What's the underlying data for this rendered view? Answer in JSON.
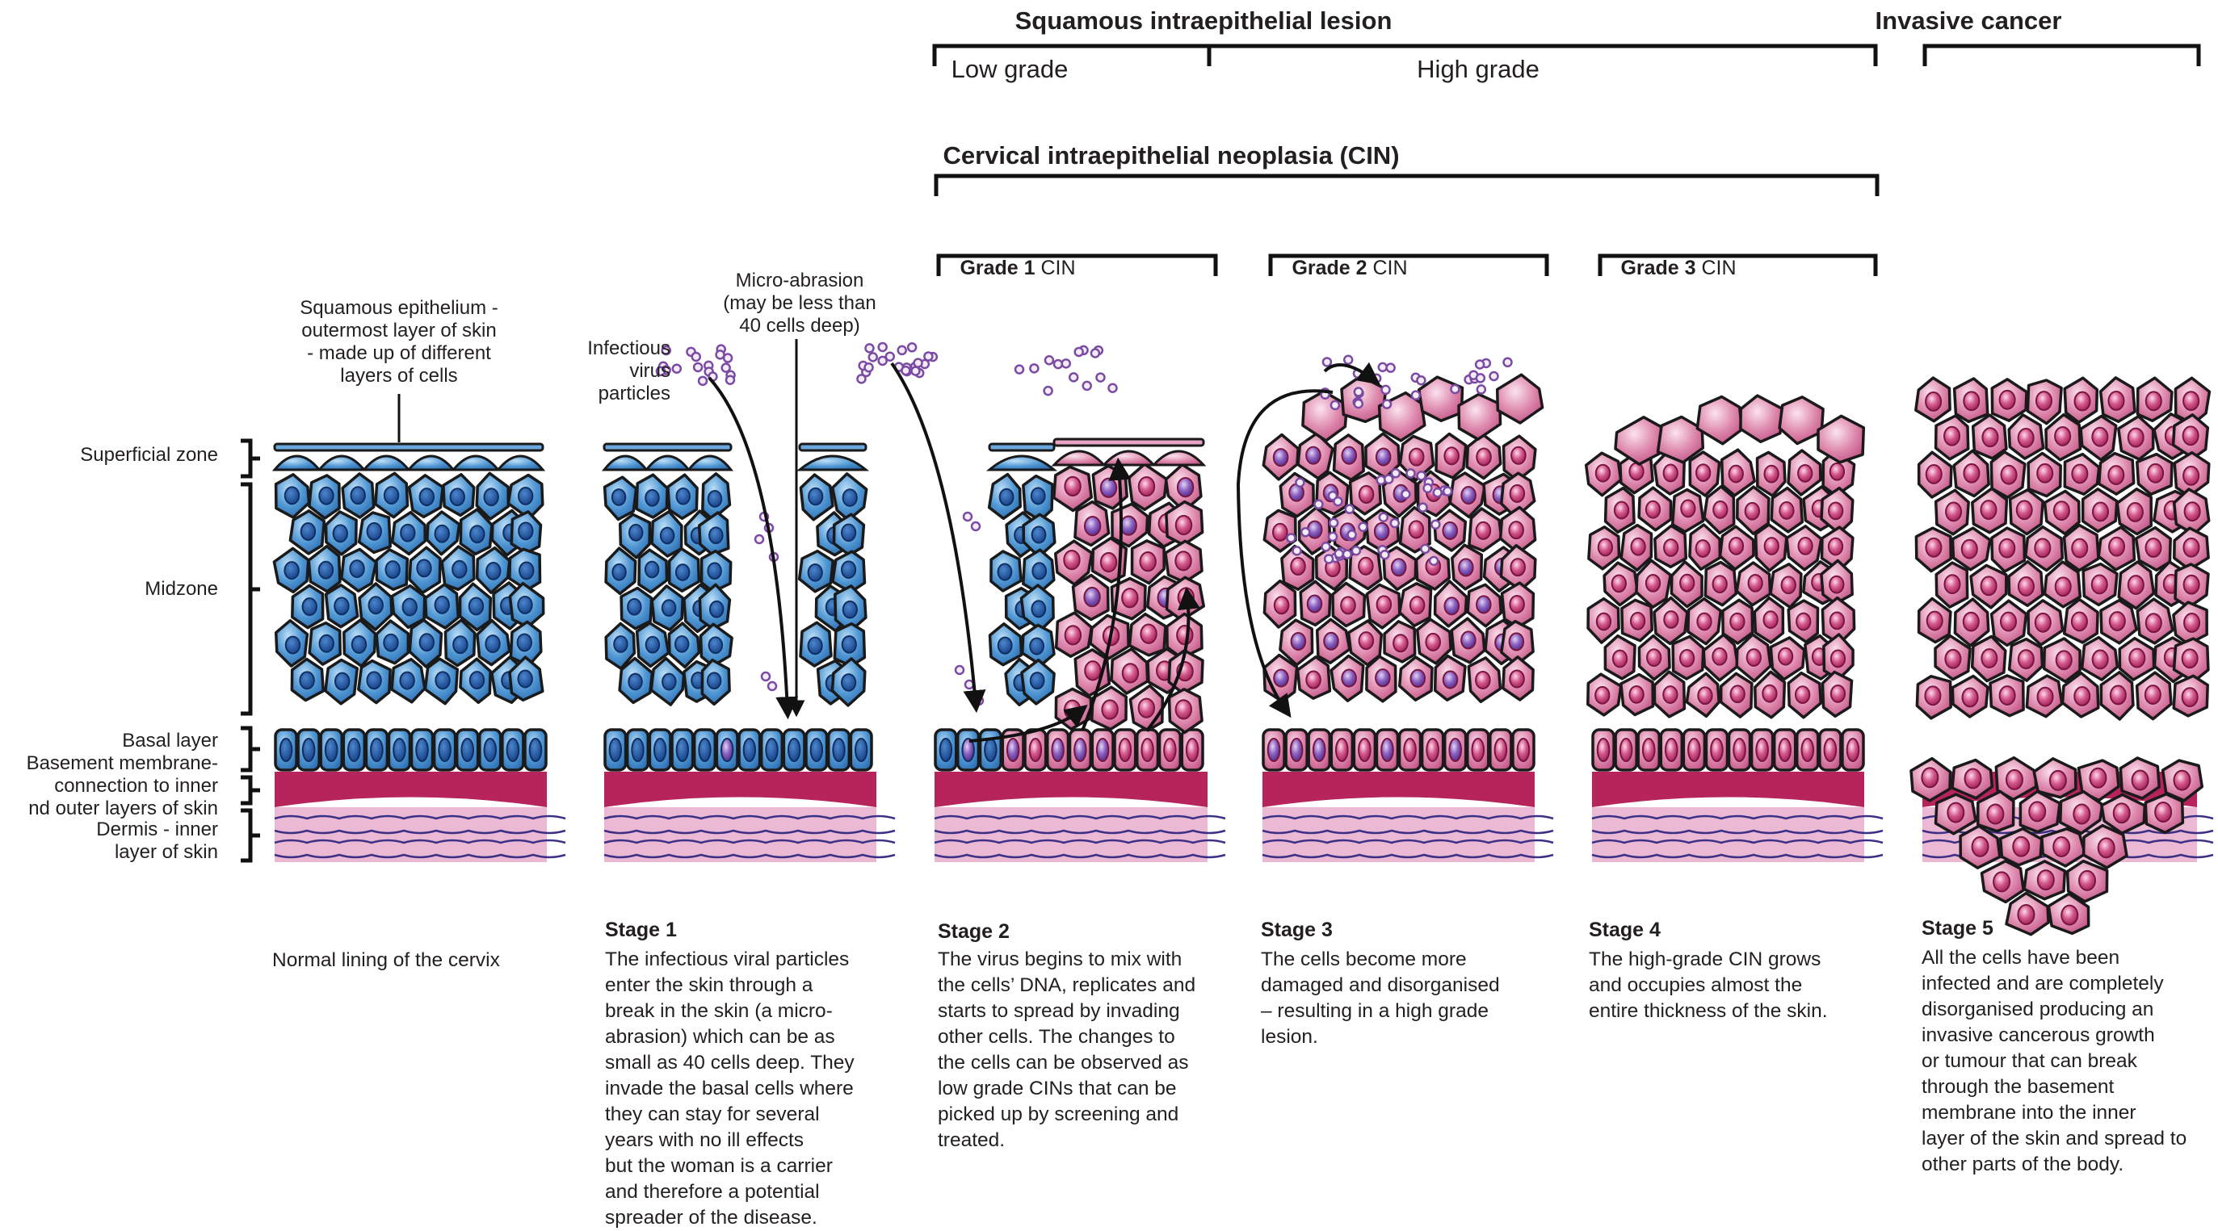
{
  "headers": {
    "squamous": "Squamous intraepithelial lesion",
    "low_grade": "Low grade",
    "high_grade": "High grade",
    "invasive": "Invasive cancer",
    "cin": "Cervical intraepithelial neoplasia (CIN)",
    "grades": [
      {
        "bold": "Grade 1",
        "rest": " CIN"
      },
      {
        "bold": "Grade 2",
        "rest": " CIN"
      },
      {
        "bold": "Grade 3",
        "rest": " CIN"
      }
    ]
  },
  "layer_labels": {
    "superficial": "Superficial zone",
    "midzone": "Midzone",
    "basal": "Basal layer",
    "basement": [
      "Basement membrane-",
      "connection to inner",
      "nd outer layers of skin"
    ],
    "dermis": [
      "Dermis - inner",
      "layer of skin"
    ]
  },
  "annotations": {
    "squamous_epithelium": [
      "Squamous epithelium -",
      "outermost layer of skin",
      "- made up of different",
      "layers of cells"
    ],
    "infectious": [
      "Infectious",
      "virus",
      "particles"
    ],
    "micro_abrasion": [
      "Micro-abrasion",
      "(may be less than",
      "40 cells deep)"
    ]
  },
  "stages": [
    {
      "title": "",
      "text": [
        "Normal lining of the cervix"
      ]
    },
    {
      "title": "Stage 1",
      "text": [
        "The infectious viral particles",
        "enter the skin through a",
        "break in the skin (a micro-",
        "abrasion) which can be as",
        "small as 40 cells deep. They",
        "invade the basal cells where",
        "they can stay for several",
        "years with no ill effects",
        "but the woman is a carrier",
        "and therefore a potential",
        "spreader of the disease."
      ]
    },
    {
      "title": "Stage 2",
      "text": [
        "The virus begins to mix with",
        "the cells’ DNA, replicates and",
        "starts to spread by invading",
        "other cells. The changes to",
        "the cells can be observed as",
        "low grade CINs that can be",
        "picked up by screening and",
        "treated."
      ]
    },
    {
      "title": "Stage 3",
      "text": [
        "The cells become more",
        "damaged and disorganised",
        "– resulting in a high grade",
        "lesion."
      ]
    },
    {
      "title": "Stage 4",
      "text": [
        "The high-grade CIN grows",
        "and occupies almost the",
        "entire thickness of the skin."
      ]
    },
    {
      "title": "Stage 5",
      "text": [
        "All the cells have been",
        "infected and are completely",
        "disorganised producing an",
        "invasive cancerous growth",
        "or tumour that can break",
        "through the basement",
        "membrane into the inner",
        "layer of the skin and spread to",
        "other parts of the body."
      ]
    }
  ],
  "colors": {
    "blue_cell": "#3f86c8",
    "blue_nucleus": "#1c4f9c",
    "pink_cell": "#d9789f",
    "pink_nucleus": "#b8366b",
    "membrane": "#b7245c",
    "dermis": "#ebb9d3",
    "dermis_line": "#3c2f86",
    "virus": "#7b4ba3"
  }
}
